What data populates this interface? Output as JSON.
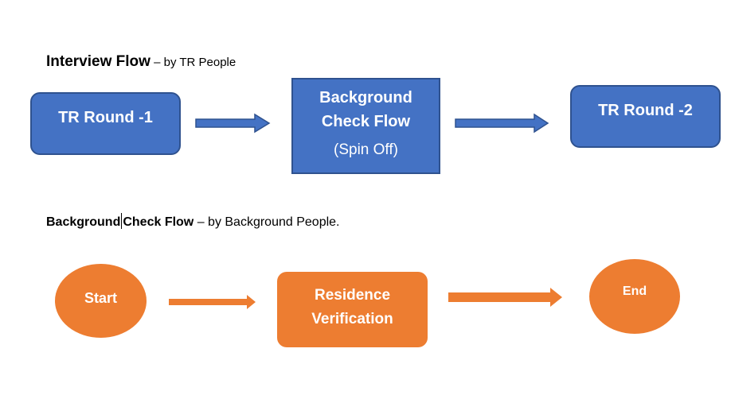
{
  "colors": {
    "blue_fill": "#4472C4",
    "blue_border": "#2F528F",
    "orange_fill": "#ED7D31",
    "text_on_shape": "#FFFFFF",
    "page_background": "#FFFFFF"
  },
  "interview_flow": {
    "heading_bold": "Interview Flow",
    "heading_rest": " – by TR People",
    "nodes": {
      "tr_round_1": "TR Round -1",
      "background_check_line1": "Background",
      "background_check_line2": "Check Flow",
      "background_check_sub": "(Spin Off)",
      "tr_round_2": "TR Round -2"
    }
  },
  "background_check_flow": {
    "heading_bold_1": "Background",
    "heading_bold_2": "Check Flow",
    "heading_rest": " – by Background People.",
    "nodes": {
      "start": "Start",
      "residence_line1": "Residence",
      "residence_line2": "Verification",
      "end": "End"
    }
  }
}
